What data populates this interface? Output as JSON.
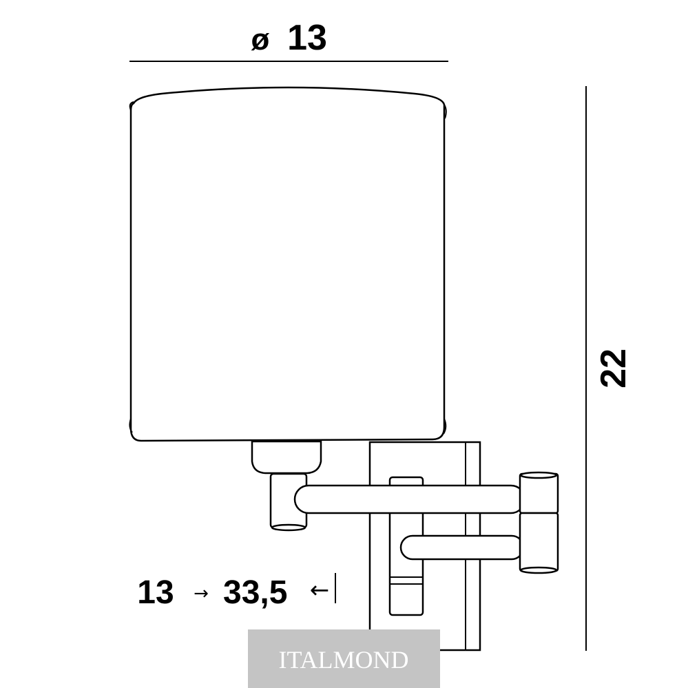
{
  "dimensions": {
    "diameter_symbol": "ø",
    "diameter_value": "13",
    "height_value": "22",
    "extension_min": "13",
    "extension_arrow": "→",
    "extension_max_int": "33",
    "extension_max_frac": ",5",
    "extension_end_arrow": "←"
  },
  "watermark": {
    "text": "ITALMOND",
    "bg_color": "#c4c4c4"
  },
  "colors": {
    "line": "#000000",
    "background": "#ffffff"
  }
}
